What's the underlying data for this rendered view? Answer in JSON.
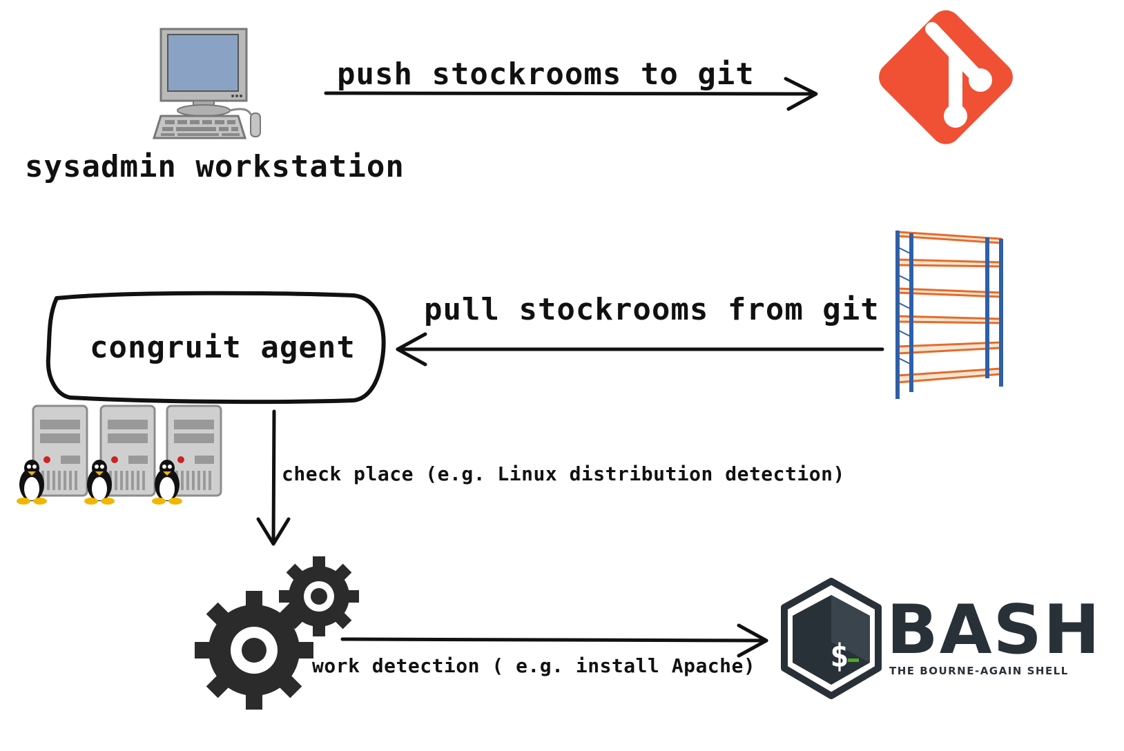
{
  "nodes": {
    "workstation": {
      "label": "sysadmin workstation",
      "icon": "desktop-computer-icon"
    },
    "git": {
      "icon": "git-logo-icon",
      "color": "#F05033"
    },
    "stockrooms": {
      "icon": "shelving-rack-icon",
      "frame_color": "#2E5FA8",
      "shelf_color": "#E8692A"
    },
    "agent": {
      "label": "congruit agent"
    },
    "servers": {
      "icon": "linux-server-icon",
      "count": 3
    },
    "workers": {
      "icon": "gears-icon"
    },
    "bash": {
      "icon": "bash-logo-icon",
      "wordmark": "BASH",
      "tagline": "THE BOURNE-AGAIN SHELL",
      "color": "#293138"
    }
  },
  "edges": {
    "push": "push stockrooms to git",
    "pull": "pull stockrooms from git",
    "check": "check place (e.g. Linux distribution detection)",
    "work": "work detection ( e.g. install Apache)"
  }
}
